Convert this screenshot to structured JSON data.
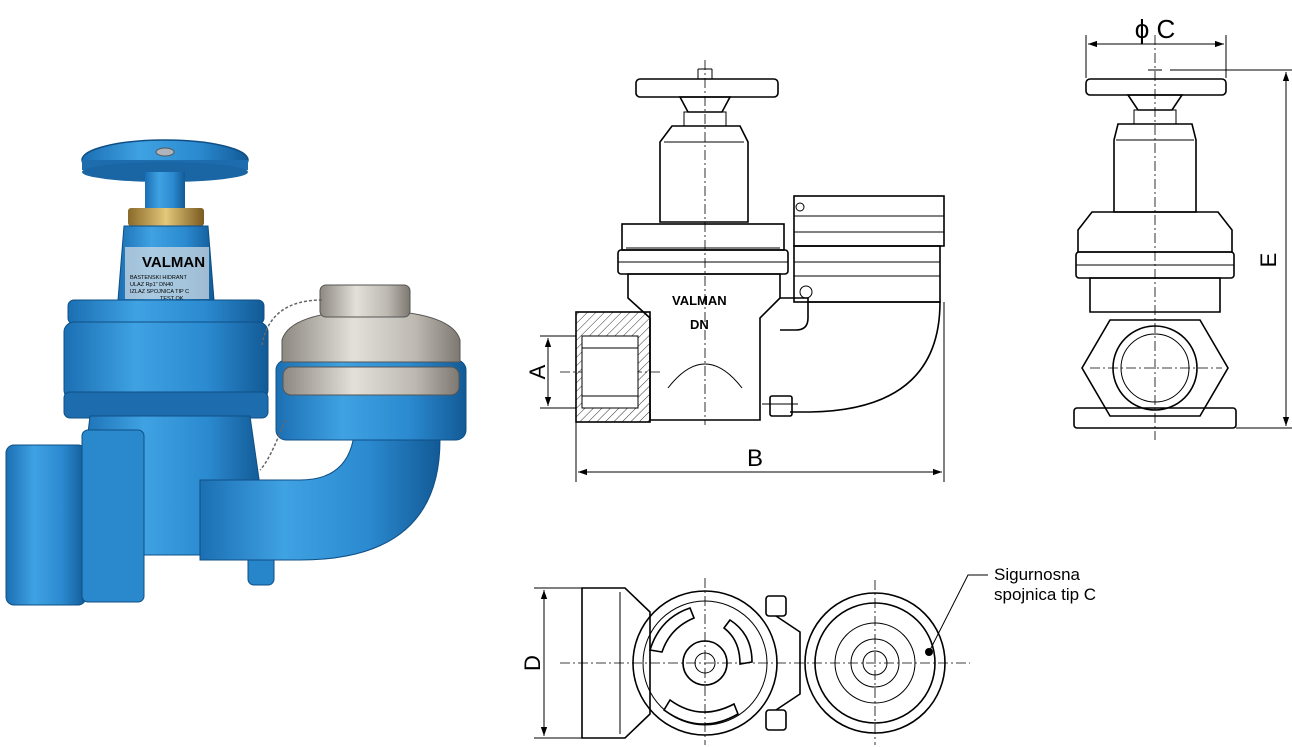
{
  "photo": {
    "brand_text": "VALMAN",
    "label_lines": [
      "BASTENSKI HIDRANT",
      "ULAZ Rp1\" DN40",
      "IZLAZ SPOJNICA TIP C",
      "TEST OK"
    ],
    "body_color": "#2e8fd0",
    "cap_color": "#b9b5ad"
  },
  "side_view": {
    "cast_text_1": "VALMAN",
    "cast_text_2": "DN"
  },
  "dimensions": {
    "a": "A",
    "b": "B",
    "c": "ϕ C",
    "d": "D",
    "e": "E"
  },
  "callout": {
    "line1": "Sigurnosna",
    "line2": "spojnica tip C"
  }
}
